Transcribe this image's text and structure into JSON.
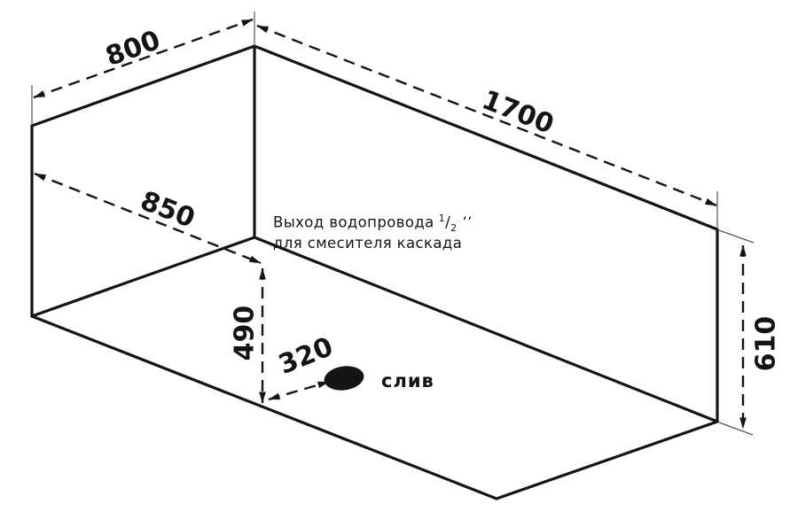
{
  "colors": {
    "line": "#141414",
    "background": "#ffffff",
    "extension": "#555555",
    "drain": "#141414"
  },
  "dimensions": {
    "width_800": "800",
    "length_1700": "1700",
    "inner_850": "850",
    "drain_490": "490",
    "drain_320": "320",
    "height_610": "610"
  },
  "labels": {
    "drain": "слив"
  },
  "note": {
    "line1": "Выход водопровода",
    "frac_numerator": "1",
    "frac_slash": "/",
    "frac_denominator": "2",
    "inch_marks": "’’",
    "line2": "для смесителя каскада"
  }
}
